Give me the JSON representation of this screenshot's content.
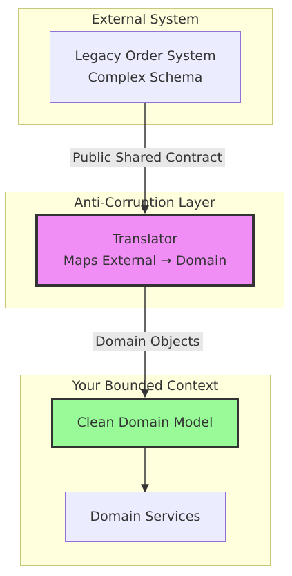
{
  "clusters": {
    "external": {
      "title": "External System"
    },
    "acl": {
      "title": "Anti-Corruption Layer"
    },
    "bounded": {
      "title": "Your Bounded Context"
    }
  },
  "nodes": {
    "legacy": {
      "line1": "Legacy Order System",
      "line2": "Complex Schema"
    },
    "translator": {
      "line1": "Translator",
      "line2": "Maps External → Domain"
    },
    "clean": {
      "label": "Clean Domain Model"
    },
    "services": {
      "label": "Domain Services"
    }
  },
  "edges": {
    "contract": {
      "label": "Public Shared Contract"
    },
    "objects": {
      "label": "Domain Objects"
    }
  },
  "colors": {
    "cluster_fill": "#ffffde",
    "cluster_stroke": "#c7c77a",
    "node_fill": "#ececff",
    "node_stroke": "#9370db",
    "translator_fill": "#f08ef5",
    "clean_fill": "#98fb98",
    "edge": "#333333",
    "edge_label_bg": "#e8e8e8"
  }
}
